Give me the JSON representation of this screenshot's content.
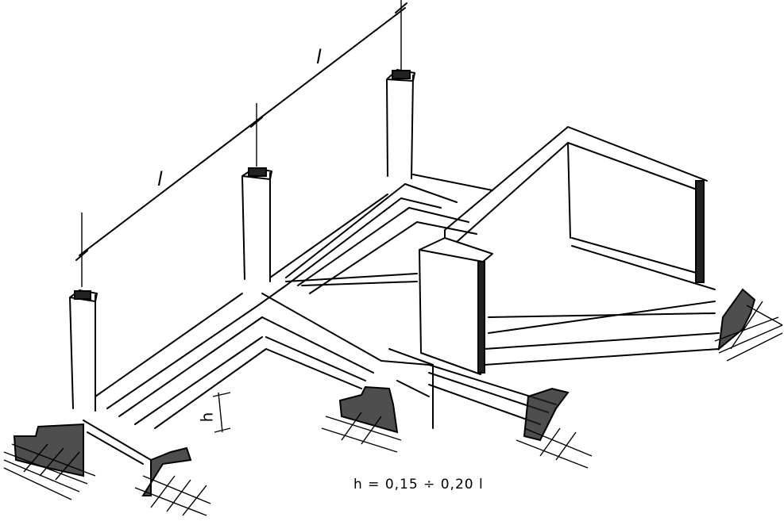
{
  "labels": {
    "span_1": "l",
    "span_2": "l",
    "height": "h",
    "formula": "h = 0,15 ÷ 0,20 l"
  },
  "colors": {
    "ink": "#000000",
    "paper": "#ffffff"
  }
}
